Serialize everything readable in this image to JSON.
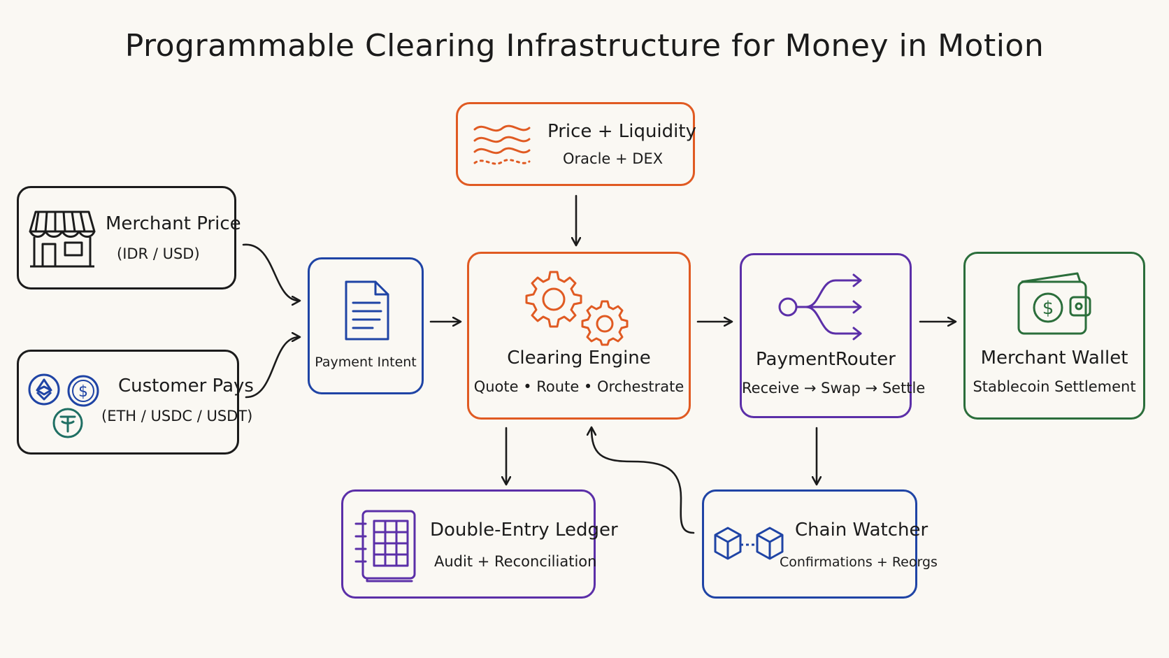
{
  "title": "Programmable Clearing Infrastructure for Money in Motion",
  "colors": {
    "ink": "#1b1b1b",
    "orange": "#e05a22",
    "blue": "#1f44a5",
    "purple": "#5b2fa8",
    "green": "#2b6e3b",
    "teal": "#1f6f63"
  },
  "nodes": {
    "price_liquidity": {
      "title": "Price + Liquidity",
      "subtitle": "Oracle + DEX",
      "icon": "waves-icon"
    },
    "merchant_price": {
      "title": "Merchant Price",
      "subtitle": "(IDR / USD)",
      "icon": "storefront-icon"
    },
    "customer_pays": {
      "title": "Customer Pays",
      "subtitle": "(ETH / USDC / USDT)",
      "icon": "crypto-coins-icon"
    },
    "payment_intent": {
      "title": "Payment Intent",
      "icon": "document-icon"
    },
    "clearing_engine": {
      "title": "Clearing Engine",
      "subtitle": "Quote • Route • Orchestrate",
      "icon": "gears-icon"
    },
    "payment_router": {
      "title": "PaymentRouter",
      "subtitle": "Receive → Swap → Settle",
      "icon": "router-branch-icon"
    },
    "merchant_wallet": {
      "title": "Merchant Wallet",
      "subtitle": "Stablecoin Settlement",
      "icon": "wallet-icon"
    },
    "ledger": {
      "title": "Double-Entry Ledger",
      "subtitle": "Audit + Reconciliation",
      "icon": "ledger-book-icon"
    },
    "chain_watcher": {
      "title": "Chain Watcher",
      "subtitle": "Confirmations + Reorgs",
      "icon": "blocks-icon"
    }
  }
}
